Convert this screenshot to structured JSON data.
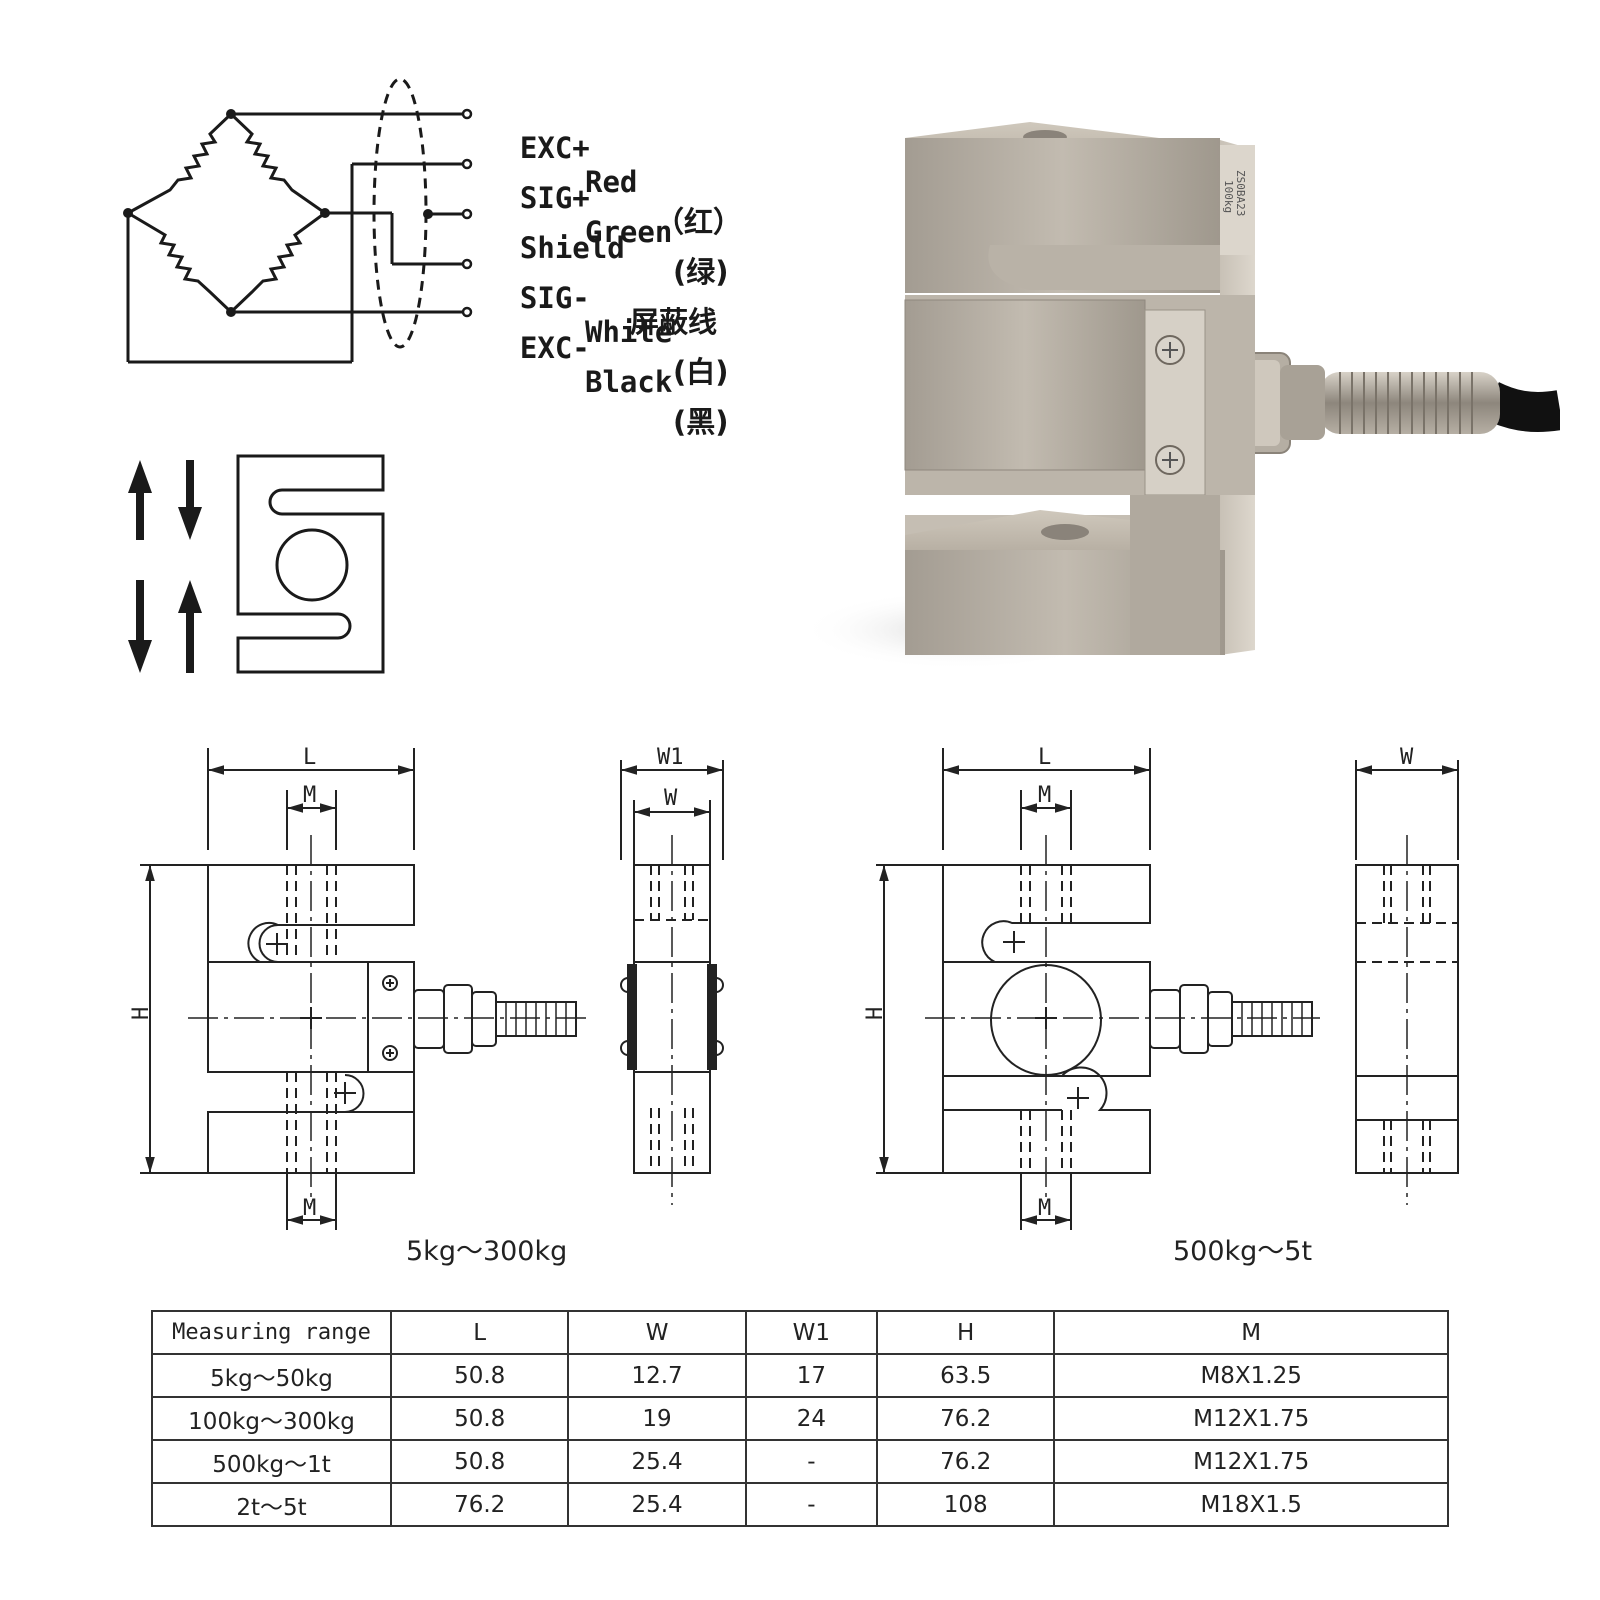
{
  "wiring": {
    "rows": [
      {
        "signal": "EXC+",
        "color": "Red",
        "cn": "（红）"
      },
      {
        "signal": "SIG+",
        "color": "Green",
        "cn": "(绿)"
      },
      {
        "signal": "Shield",
        "color": "",
        "cn": "屏蔽线"
      },
      {
        "signal": "SIG-",
        "color": "White",
        "cn": "(白)"
      },
      {
        "signal": "EXC-",
        "color": "Black",
        "cn": "(黑)"
      }
    ]
  },
  "product_marking": {
    "line1": "ZS0BA23",
    "line2": "100kg"
  },
  "drawing_small": {
    "caption": "5kg～300kg",
    "labels": {
      "L": "L",
      "M_top": "M",
      "M_bottom": "M",
      "H": "H",
      "W1": "W1",
      "W": "W"
    }
  },
  "drawing_large": {
    "caption": "500kg～5t",
    "labels": {
      "L": "L",
      "M_top": "M",
      "M_bottom": "M",
      "H": "H",
      "W": "W"
    }
  },
  "spec_table": {
    "headers": [
      "Measuring range",
      "L",
      "W",
      "W1",
      "H",
      "M"
    ],
    "rows": [
      [
        "5kg～50kg",
        "50.8",
        "12.7",
        "17",
        "63.5",
        "M8X1.25"
      ],
      [
        "100kg～300kg",
        "50.8",
        "19",
        "24",
        "76.2",
        "M12X1.75"
      ],
      [
        "500kg～1t",
        "50.8",
        "25.4",
        "-",
        "76.2",
        "M12X1.75"
      ],
      [
        "2t～5t",
        "76.2",
        "25.4",
        "-",
        "108",
        "M18X1.5"
      ]
    ]
  }
}
